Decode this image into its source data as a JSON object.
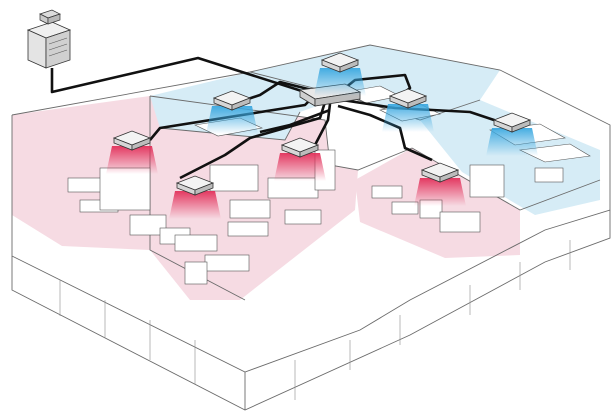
{
  "diagram": {
    "kind": "vrf-air-conditioning-office-floor-plan",
    "colors": {
      "heating_zone": "#f6dbe3",
      "cooling_zone": "#d6ecf6",
      "heating_airflow": "#e2305a",
      "cooling_airflow": "#3aa8e0",
      "refrigerant_pipe": "#111111",
      "walls": "#6b6b6b"
    },
    "outdoor_unit": {
      "icon": "condenser-unit-icon"
    },
    "branch_controller": {
      "icon": "bc-controller-icon"
    },
    "indoor_units": [
      {
        "id": "unit-1",
        "mode": "heating",
        "icon": "cassette-unit-icon"
      },
      {
        "id": "unit-2",
        "mode": "heating",
        "icon": "cassette-unit-icon"
      },
      {
        "id": "unit-3",
        "mode": "heating",
        "icon": "cassette-unit-icon"
      },
      {
        "id": "unit-4",
        "mode": "heating",
        "icon": "cassette-unit-icon"
      },
      {
        "id": "unit-5",
        "mode": "cooling",
        "icon": "cassette-unit-icon"
      },
      {
        "id": "unit-6",
        "mode": "cooling",
        "icon": "cassette-unit-icon"
      },
      {
        "id": "unit-7",
        "mode": "cooling",
        "icon": "cassette-unit-icon"
      },
      {
        "id": "unit-8",
        "mode": "cooling",
        "icon": "cassette-unit-icon"
      }
    ],
    "zones": [
      {
        "id": "zone-west-office",
        "mode": "heating"
      },
      {
        "id": "zone-center-office",
        "mode": "heating"
      },
      {
        "id": "zone-east-lounge",
        "mode": "heating"
      },
      {
        "id": "zone-north-meeting",
        "mode": "cooling"
      },
      {
        "id": "zone-north-conference",
        "mode": "cooling"
      },
      {
        "id": "zone-east-workroom",
        "mode": "cooling"
      }
    ]
  }
}
